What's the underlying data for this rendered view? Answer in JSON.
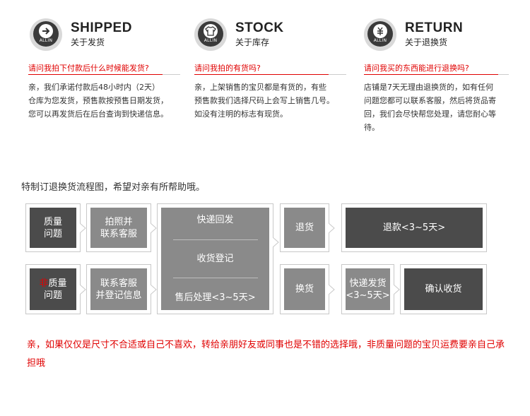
{
  "sections": [
    {
      "icon": "arrow-right-icon",
      "badge": "ALLIN",
      "title": "SHIPPED",
      "subtitle": "关于发货",
      "question": "请问我拍下付款后什么时候能发货?",
      "answer_lines": [
        "亲，我们承诺付款后48小时内（2天）",
        "仓库为您发货，预售款按预售日期发货，",
        "您可以再发货后在后台查询到快递信息。"
      ]
    },
    {
      "icon": "tshirt-icon",
      "badge": "ALLIN",
      "title": "STOCK",
      "subtitle": "关于库存",
      "question": "请问我拍的有货吗?",
      "answer_lines": [
        "亲，上架销售的宝贝都是有货的，有些",
        "预售款我们选择尺码上会写上销售几号。",
        "如没有注明的标志有现货。"
      ]
    },
    {
      "icon": "yen-return-icon",
      "badge": "ALLIN",
      "title": "RETURN",
      "subtitle": "关于退换货",
      "question": "请问我买的东西能进行退换吗?",
      "answer_lines": [
        "店铺是7天无理由退换货的，如有任何",
        "问题您都可以联系客服，然后将货品寄",
        "回，我们会尽快帮您处理，请您耐心等",
        "待。"
      ]
    }
  ],
  "intro": "特制订退换货流程图，希望对亲有所帮助哦。",
  "flow": {
    "row1_issue": [
      "质量",
      "问题"
    ],
    "row1_contact": [
      "拍照并",
      "联系客服"
    ],
    "center_steps": [
      "快递回发",
      "收货登记",
      "售后处理<3~5天>"
    ],
    "refund": "退货",
    "refund_time": "退款<3~5天>",
    "row2_issue_mark": "非",
    "row2_issue": [
      "质量",
      "问题"
    ],
    "row2_contact": [
      "联系客服",
      "并登记信息"
    ],
    "exchange": "换货",
    "exchange_ship": [
      "快递发货",
      "<3~5天>"
    ],
    "confirm": "确认收货"
  },
  "footer_note": "亲，如果仅仅是尺寸不合适或自己不喜欢，转给亲朋好友或同事也是不错的选择哦，非质量问题的宝贝运费要亲自己承担哦"
}
